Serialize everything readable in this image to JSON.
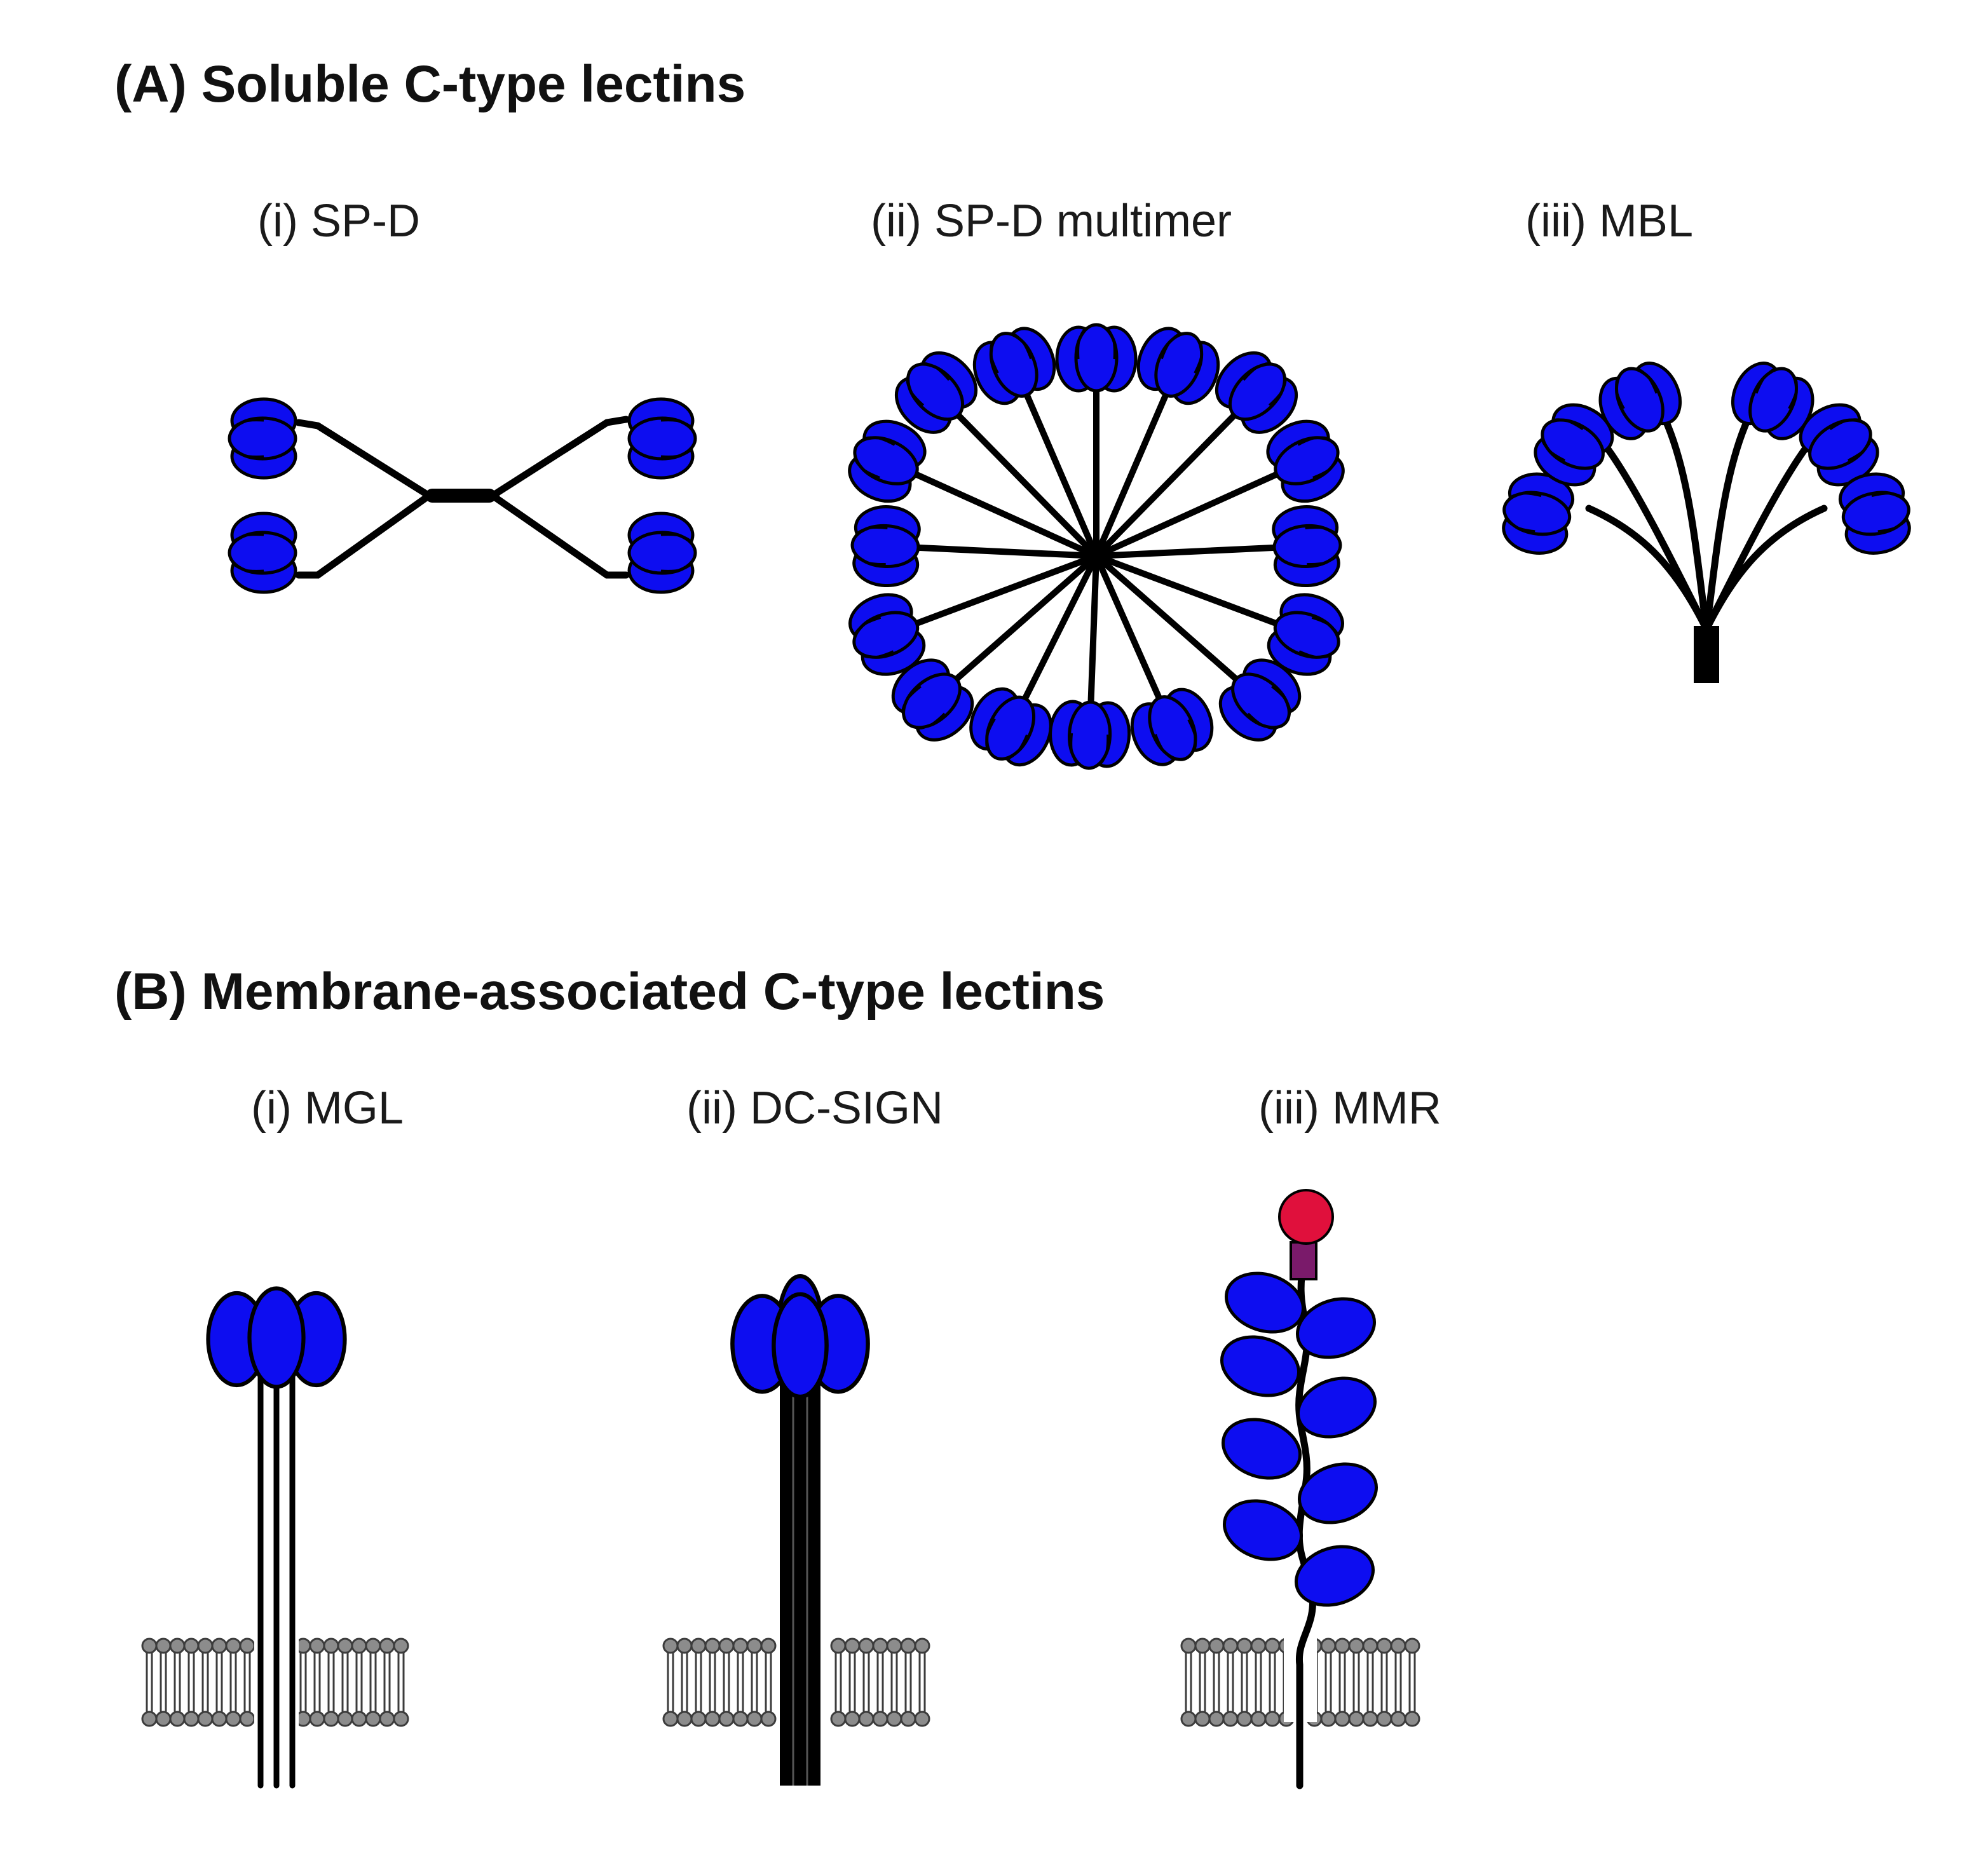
{
  "section_a": {
    "title": "(A) Soluble C-type lectins",
    "panels": [
      {
        "label": "(i) SP-D"
      },
      {
        "label": "(ii) SP-D multimer"
      },
      {
        "label": "(iii) MBL"
      }
    ]
  },
  "section_b": {
    "title": "(B) Membrane-associated C-type lectins",
    "panels": [
      {
        "label": "(i) MGL"
      },
      {
        "label": "(ii) DC-SIGN"
      },
      {
        "label": "(iii) MMR"
      }
    ]
  },
  "colors": {
    "crd_domain": "#0d0df0",
    "stalk": "#000000",
    "lipid_head": "#8c8c8c",
    "mmr_ball": "#e0103c",
    "mmr_neck": "#7a1a6a"
  }
}
